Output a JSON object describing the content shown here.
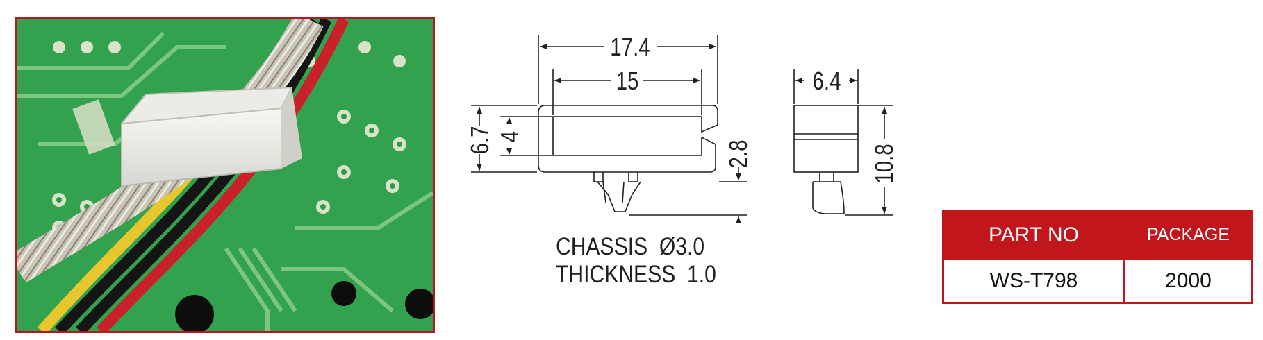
{
  "drawing": {
    "dimensions": {
      "overall_width": "17.4",
      "inner_width": "15",
      "outer_height": "6.7",
      "inner_height": "4",
      "post_height": "2.8",
      "side_width": "6.4",
      "side_height": "10.8"
    },
    "note_line1": "CHASSIS  Ø3.0",
    "note_line2": "THICKNESS  1.0"
  },
  "table": {
    "headers": {
      "part_no": "PART NO",
      "package": "PACKAGE"
    },
    "rows": [
      {
        "part_no": "WS-T798",
        "package": "2000"
      }
    ]
  },
  "colors": {
    "accent_red": "#c1161c",
    "line": "#231f20"
  }
}
